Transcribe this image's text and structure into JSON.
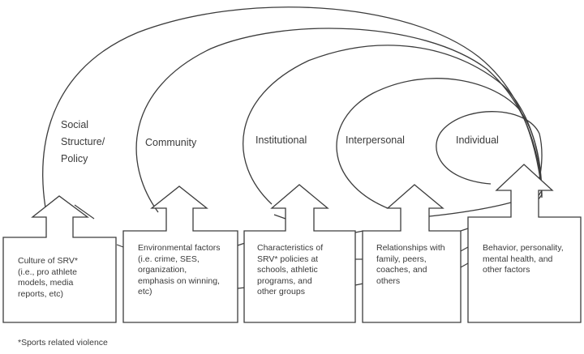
{
  "diagram": {
    "title": "Socio-ecological model of sports related violence",
    "levels": [
      {
        "id": "social",
        "label": "Social\nStructure/\nPolicy",
        "box_text": "Culture of SRV*\n(i.e., pro athlete\nmodels, media\nreports, etc)"
      },
      {
        "id": "community",
        "label": "Community",
        "box_text": "Environmental factors\n(i.e. crime, SES,\norganization,\nemphasis on winning,\netc)"
      },
      {
        "id": "institutional",
        "label": "Institutional",
        "box_text": "Characteristics of\nSRV* policies at\nschools, athletic\nprograms, and\nother groups"
      },
      {
        "id": "interpersonal",
        "label": "Interpersonal",
        "box_text": "Relationships with\nfamily, peers,\ncoaches, and\nothers"
      },
      {
        "id": "individual",
        "label": "Individual",
        "box_text": "Behavior, personality,\nmental health, and\nother factors"
      }
    ],
    "footnote": "*Sports related violence",
    "colors": {
      "stroke": "#3c3c3c",
      "text": "#3a3a3a",
      "background": "#ffffff"
    }
  }
}
